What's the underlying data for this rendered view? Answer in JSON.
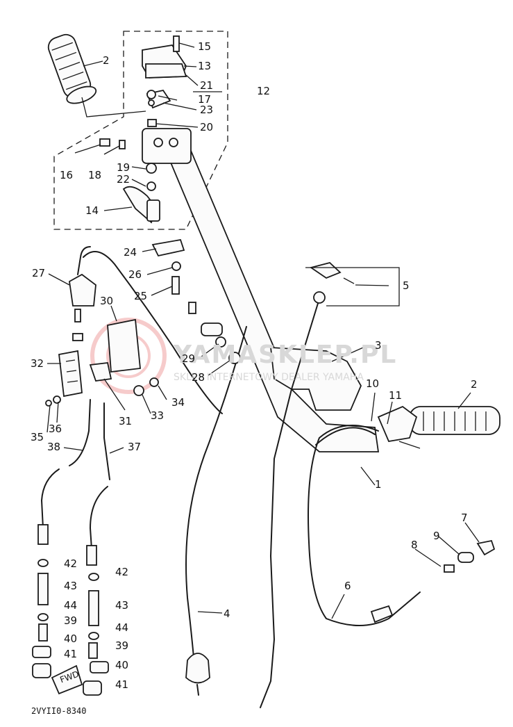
{
  "diagram": {
    "code": "2VYII0-8340",
    "watermark": {
      "brand": "YAMASKLEP.PL",
      "tagline": "SKLEP INTERNETOWY DEALER YAMAHA"
    },
    "fwd_tag": "FWD",
    "callouts": {
      "c1": "1",
      "c2a": "2",
      "c2b": "2",
      "c3": "3",
      "c4": "4",
      "c5": "5",
      "c6": "6",
      "c7": "7",
      "c8": "8",
      "c9": "9",
      "c10": "10",
      "c11": "11",
      "c12": "12",
      "c13": "13",
      "c14": "14",
      "c15": "15",
      "c16": "16",
      "c17": "17",
      "c18": "18",
      "c19": "19",
      "c20": "20",
      "c21": "21",
      "c22": "22",
      "c23": "23",
      "c24": "24",
      "c25": "25",
      "c26": "26",
      "c27": "27",
      "c28": "28",
      "c29": "29",
      "c30": "30",
      "c31": "31",
      "c32": "32",
      "c33": "33",
      "c34": "34",
      "c35": "35",
      "c36": "36",
      "c37": "37",
      "c38": "38",
      "c39a": "39",
      "c39b": "39",
      "c40a": "40",
      "c40b": "40",
      "c41a": "41",
      "c41b": "41",
      "c42a": "42",
      "c42b": "42",
      "c43a": "43",
      "c43b": "43",
      "c44a": "44",
      "c44b": "44"
    }
  }
}
